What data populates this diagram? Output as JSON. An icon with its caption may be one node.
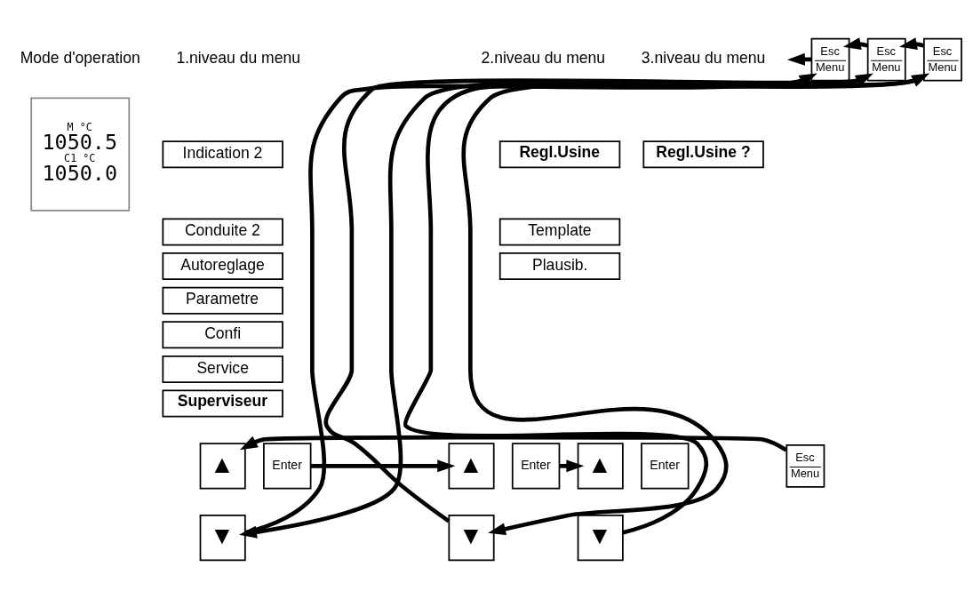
{
  "diagram": {
    "nodes": [
      {
        "text": [
          "M °C",
          "1050.5",
          "C1 °C",
          "1050.0"
        ]
      },
      {
        "text": [
          "Indication 2"
        ]
      },
      {
        "text": [
          "Conduite 2"
        ]
      },
      {
        "text": [
          "Autoreglage"
        ]
      },
      {
        "text": [
          "Parametre"
        ]
      },
      {
        "text": [
          "Confi"
        ]
      },
      {
        "text": [
          "Service"
        ]
      },
      {
        "text": [
          "Superviseur"
        ]
      },
      {
        "text": [
          "Regl.Usine"
        ]
      },
      {
        "text": [
          "Template"
        ]
      },
      {
        "text": [
          "Plausib."
        ]
      },
      {
        "text": [
          "Regl.Usine ?"
        ]
      },
      {
        "text": [
          "Esc",
          "Menu"
        ]
      },
      {
        "text": [
          "▲"
        ]
      },
      {
        "text": [
          "Enter"
        ]
      },
      {
        "text": [
          "▼"
        ]
      },
      {
        "text": [
          "▲"
        ]
      },
      {
        "text": [
          "Enter"
        ]
      },
      {
        "text": [
          "▼"
        ]
      },
      {
        "text": [
          "▲"
        ]
      },
      {
        "text": [
          "Enter"
        ]
      },
      {
        "text": [
          "▼"
        ]
      },
      {
        "text": [
          "Esc",
          "Menu"
        ]
      },
      {
        "text": [
          "Esc",
          "Menu"
        ]
      },
      {
        "text": [
          "Esc",
          "Menu"
        ]
      }
    ],
    "edges": [
      {
        "from": 12,
        "to": 13,
        "arrow": "to"
      },
      {
        "from": 14,
        "to": 16,
        "arrow": "to"
      },
      {
        "from": 17,
        "to": 19,
        "arrow": "to"
      },
      {
        "from": 15,
        "to": 22,
        "arrow": "to"
      },
      {
        "from": 18,
        "to": 23,
        "arrow": "to"
      },
      {
        "from": 21,
        "to": 24,
        "arrow": "to"
      },
      {
        "from": 22,
        "to": null,
        "arrow": "to"
      },
      {
        "from": 23,
        "to": 22,
        "arrow": "to"
      },
      {
        "from": 23,
        "to": 15,
        "arrow": "to"
      },
      {
        "from": 24,
        "to": 23,
        "arrow": "to"
      },
      {
        "from": 24,
        "to": 18,
        "arrow": "to"
      }
    ],
    "labels": [
      "Mode d'operation",
      "1.niveau du menu",
      "2.niveau du menu",
      "3.niveau du menu"
    ]
  }
}
